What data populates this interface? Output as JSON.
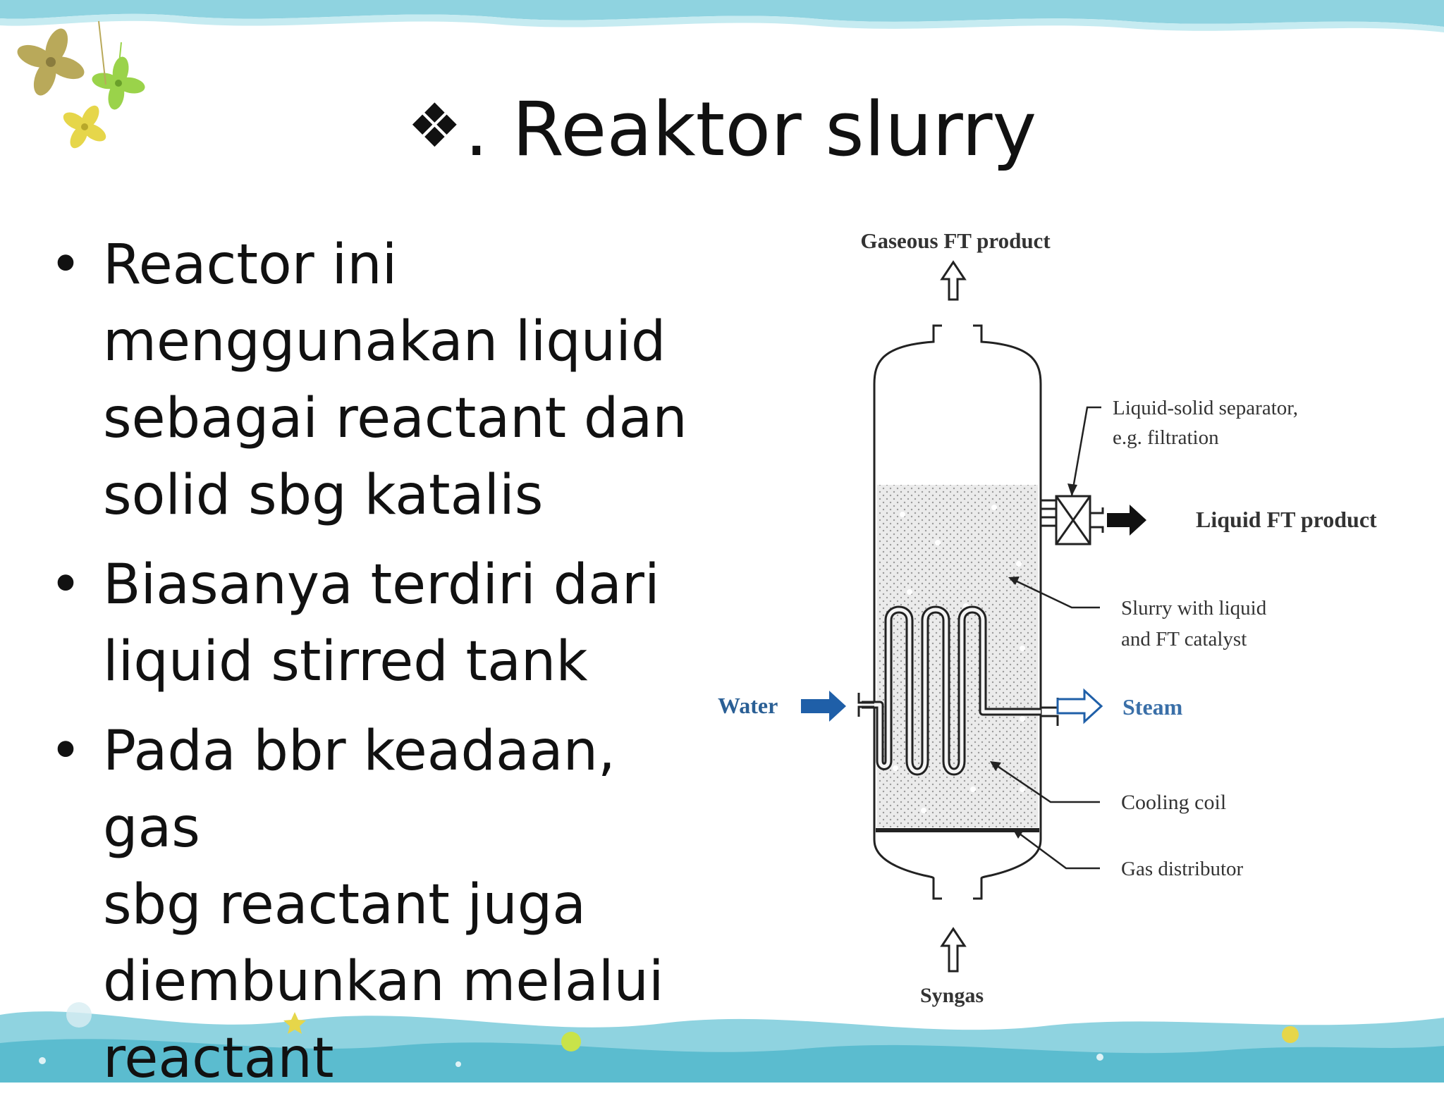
{
  "slide": {
    "title_glyph": "❖",
    "title": ". Reaktor slurry",
    "bullets": [
      "Reactor ini menggunakan liquid sebagai reactant dan solid sbg katalis",
      "Biasanya terdiri dari liquid stirred tank",
      "Pada bbr keadaan, gas sbg reactant juga diembunkan melalui reactant"
    ],
    "bullet_lines": [
      [
        "Reactor ini",
        "menggunakan liquid",
        "sebagai reactant dan",
        "solid sbg katalis"
      ],
      [
        "Biasanya terdiri dari",
        "liquid stirred tank"
      ],
      [
        "Pada bbr keadaan, gas",
        "sbg reactant juga",
        "diembunkan melalui",
        "reactant"
      ]
    ],
    "bullet_marker": "•"
  },
  "diagram": {
    "labels": {
      "gaseous_product": "Gaseous FT product",
      "separator_line1": "Liquid-solid separator,",
      "separator_line2": "e.g. filtration",
      "liquid_product": "Liquid FT product",
      "slurry_line1": "Slurry with liquid",
      "slurry_line2": "and FT catalyst",
      "water": "Water",
      "steam": "Steam",
      "cooling_coil": "Cooling coil",
      "gas_distributor": "Gas distributor",
      "syngas": "Syngas"
    },
    "colors": {
      "water_arrow": "#1f5fa8",
      "steam_arrow": "#1f5fa8",
      "water_text": "#2a5f95",
      "steam_text": "#3a6fa8",
      "vessel": "#222222",
      "slurry_fill": "#e6e6e6"
    }
  },
  "theme": {
    "wave_color": "#8fd3e0",
    "wave_dark": "#5bbccf",
    "flower_olive": "#b9a95a",
    "flower_green": "#9ad34a",
    "flower_yellow": "#e6d64a"
  }
}
